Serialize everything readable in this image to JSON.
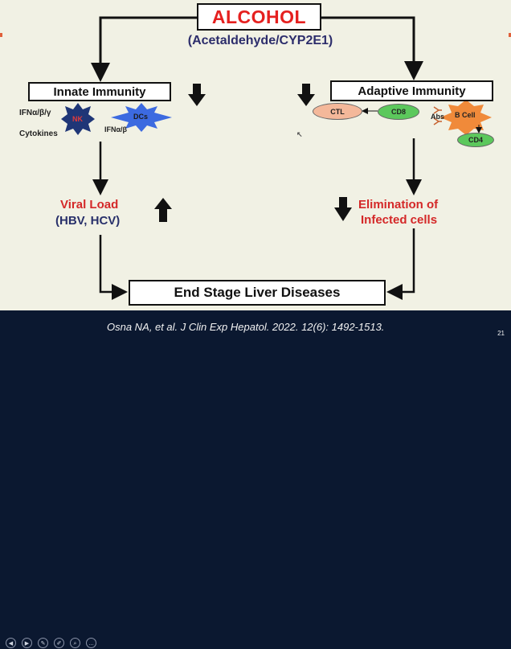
{
  "title": "ALCOHOL",
  "subtitle": "(Acetaldehyde/CYP2E1)",
  "innate": {
    "title": "Innate Immunity",
    "ifn_label": "IFNα/β/γ",
    "nk": "NK",
    "dcs": "DCs",
    "ifn_ab": "IFNα/β",
    "cytokines": "Cytokines"
  },
  "adaptive": {
    "title": "Adaptive Immunity",
    "ctl": "CTL",
    "cd8": "CD8",
    "abs": "Abs",
    "bcell": "B Cell",
    "cd4": "CD4"
  },
  "viral_load": {
    "line1": "Viral Load",
    "line2": "(HBV, HCV)"
  },
  "elimination": {
    "line1": "Elimination of",
    "line2": "Infected cells"
  },
  "end_stage": "End Stage Liver Diseases",
  "citation": "Osna NA, et al.  J Clin Exp Hepatol. 2022. 12(6): 1492-1513.",
  "page_number": "21",
  "colors": {
    "title_red": "#e5201f",
    "navy": "#28306a",
    "nk_star": "#1f3677",
    "dcs_star": "#3c6ae0",
    "bcell_star": "#f08a3a",
    "ctl_pill": "#f4b89a",
    "cd_pill": "#5cc85c"
  }
}
